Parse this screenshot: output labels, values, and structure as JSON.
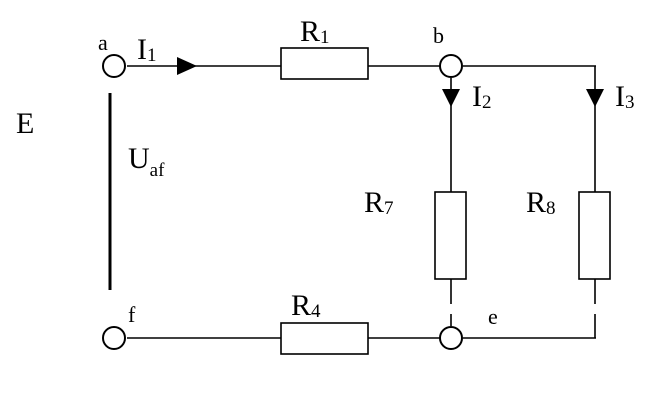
{
  "labels": {
    "source": "E",
    "voltage": "U",
    "voltage_sub": "af",
    "current_1": "I",
    "current_1_sub": "1",
    "current_2": "I",
    "current_2_sub": "2",
    "current_3": "I",
    "current_3_sub": "3",
    "resistor_1": "R",
    "resistor_1_sub": "1",
    "resistor_4": "R",
    "resistor_4_sub": "4",
    "resistor_7": "R",
    "resistor_7_sub": "7",
    "resistor_8": "R",
    "resistor_8_sub": "8",
    "node_a": "a",
    "node_b": "b",
    "node_e": "e",
    "node_f": "f"
  }
}
